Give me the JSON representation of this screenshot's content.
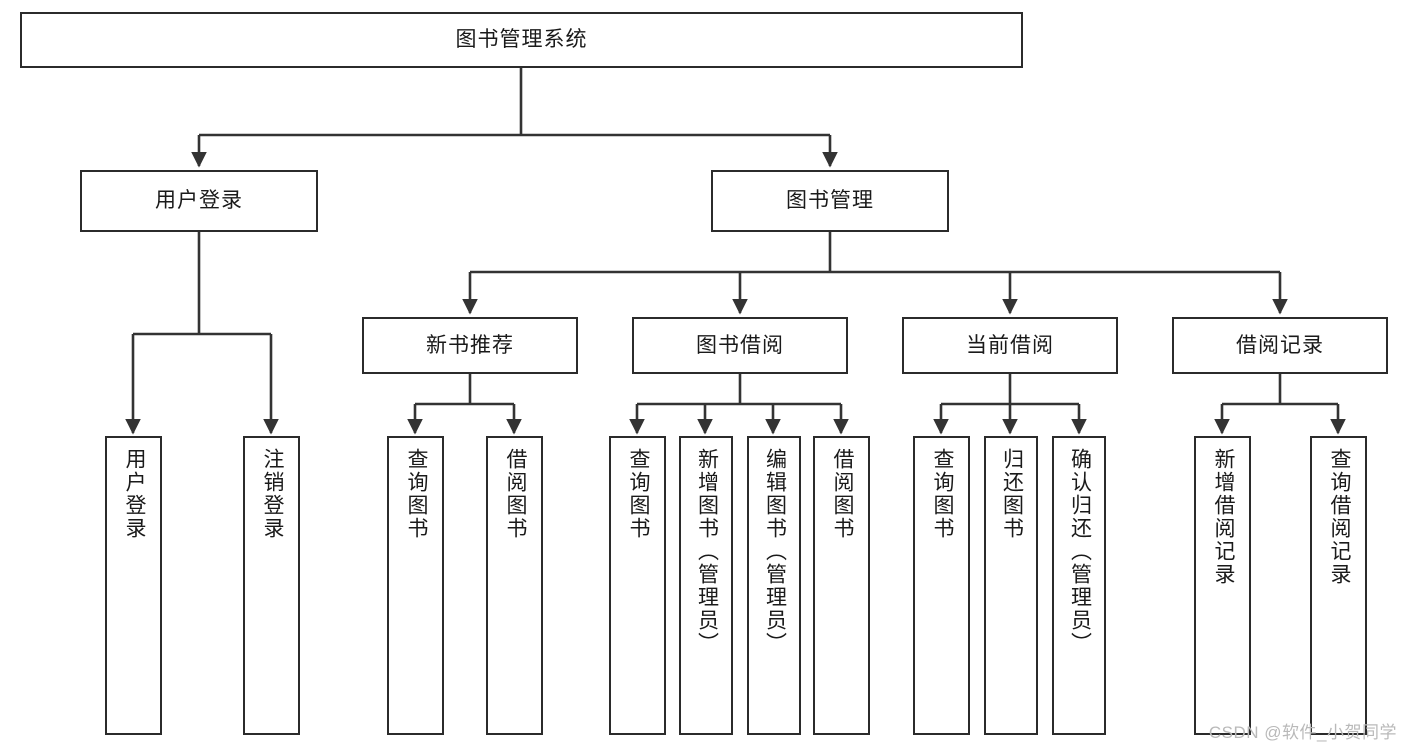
{
  "diagram": {
    "title": "图书管理系统",
    "type": "tree",
    "orientation": "top-down",
    "watermark": "CSDN @软件_小贺同学",
    "colors": {
      "box_border": "#2b2b2b",
      "box_fill": "#ffffff",
      "edge": "#333333",
      "text": "#1a1a1a",
      "watermark": "#b9b9b9",
      "background": "#ffffff"
    },
    "levels": [
      {
        "level": 1,
        "nodes": [
          {
            "id": "root",
            "label": "图书管理系统",
            "orientation": "horizontal"
          }
        ]
      },
      {
        "level": 2,
        "nodes": [
          {
            "id": "login",
            "label": "用户登录",
            "orientation": "horizontal",
            "parent": "root"
          },
          {
            "id": "bookmgmt",
            "label": "图书管理",
            "orientation": "horizontal",
            "parent": "root"
          }
        ]
      },
      {
        "level": 3,
        "nodes": [
          {
            "id": "newbook",
            "label": "新书推荐",
            "orientation": "horizontal",
            "parent": "bookmgmt"
          },
          {
            "id": "borrow",
            "label": "图书借阅",
            "orientation": "horizontal",
            "parent": "bookmgmt"
          },
          {
            "id": "current",
            "label": "当前借阅",
            "orientation": "horizontal",
            "parent": "bookmgmt"
          },
          {
            "id": "records",
            "label": "借阅记录",
            "orientation": "horizontal",
            "parent": "bookmgmt"
          }
        ]
      },
      {
        "level": 4,
        "nodes": [
          {
            "id": "leaf1",
            "label": "用户登录",
            "orientation": "vertical",
            "parent": "login"
          },
          {
            "id": "leaf2",
            "label": "注销登录",
            "orientation": "vertical",
            "parent": "login"
          },
          {
            "id": "leaf3",
            "label": "查询图书",
            "orientation": "vertical",
            "parent": "newbook"
          },
          {
            "id": "leaf4",
            "label": "借阅图书",
            "orientation": "vertical",
            "parent": "newbook"
          },
          {
            "id": "leaf5",
            "label": "查询图书",
            "orientation": "vertical",
            "parent": "borrow"
          },
          {
            "id": "leaf6",
            "label": "新增图书（管理员）",
            "orientation": "vertical",
            "parent": "borrow"
          },
          {
            "id": "leaf7",
            "label": "编辑图书（管理员）",
            "orientation": "vertical",
            "parent": "borrow"
          },
          {
            "id": "leaf8",
            "label": "借阅图书",
            "orientation": "vertical",
            "parent": "borrow"
          },
          {
            "id": "leaf9",
            "label": "查询图书",
            "orientation": "vertical",
            "parent": "current"
          },
          {
            "id": "leaf10",
            "label": "归还图书",
            "orientation": "vertical",
            "parent": "current"
          },
          {
            "id": "leaf11",
            "label": "确认归还（管理员）",
            "orientation": "vertical",
            "parent": "current"
          },
          {
            "id": "leaf12",
            "label": "新增借阅记录",
            "orientation": "vertical",
            "parent": "records"
          },
          {
            "id": "leaf13",
            "label": "查询借阅记录",
            "orientation": "vertical",
            "parent": "records"
          }
        ]
      }
    ]
  }
}
